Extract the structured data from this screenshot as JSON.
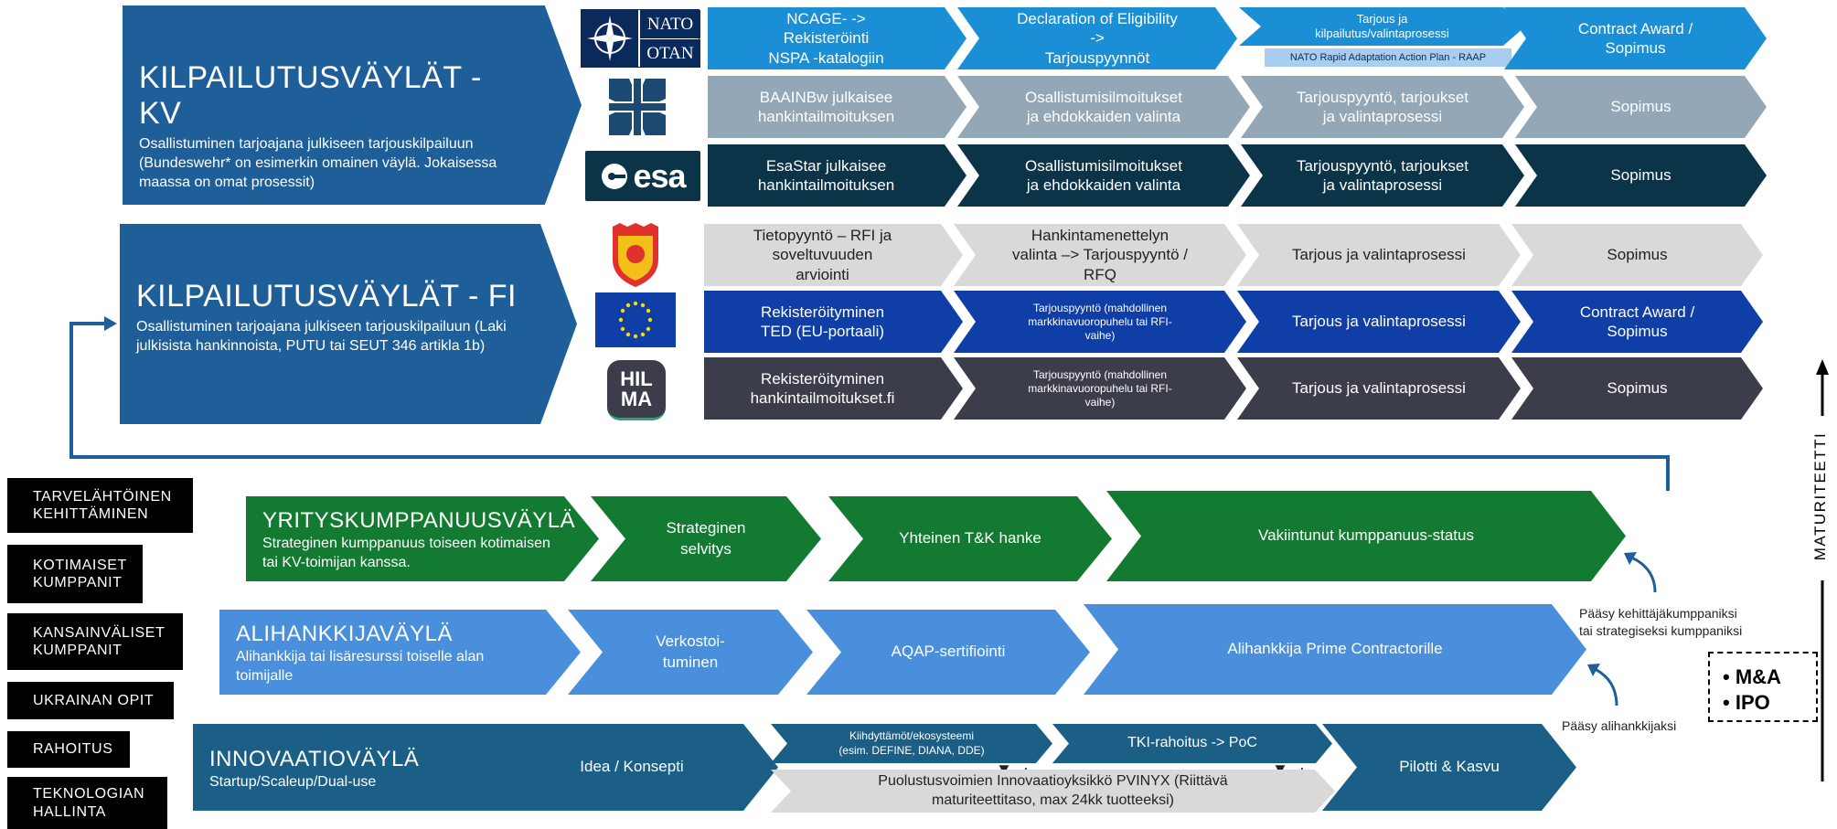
{
  "colors": {
    "kv_header": "#1f5f99",
    "fi_header": "#1f5f99",
    "nato": "#1a8fd6",
    "bundeswehr": "#93a7b6",
    "esa": "#0b3448",
    "finland": "#d9d9d9",
    "eu": "#0f3ea7",
    "hilma": "#3b3e4a",
    "green": "#137b31",
    "subcontract": "#4a8fdc",
    "innovation": "#1b5f87",
    "sub_bubble": "#a9cdf0",
    "gray_box": "#d9d9d9"
  },
  "kv": {
    "title": "KILPAILUTUSVÄYLÄT - KV",
    "desc": "Osallistuminen tarjoajana julkiseen tarjouskilpailuun (Bundeswehr* on esimerkin omainen väylä. Jokaisessa maassa on omat prosessit)",
    "rows": [
      {
        "logo": "nato-otan-logo",
        "logo_text": [
          "NATO",
          "OTAN"
        ],
        "steps": [
          "NCAGE- ->\nRekisteröinti\nNSPA -katalogiin",
          "Declaration of Eligibility\n->\nTarjouspyynnöt",
          "Tarjous ja\nkilpailutus/valintaprosessi",
          "Contract Award /\nSopimus"
        ],
        "sub_note": "NATO Rapid Adaptation Action Plan - RAAP"
      },
      {
        "logo": "bundeswehr-cross-icon",
        "steps": [
          "BAAINBw julkaisee\nhankintailmoituksen",
          "Osallistumisilmoitukset\nja ehdokkaiden valinta",
          "Tarjouspyyntö, tarjoukset\nja valintaprosessi",
          "Sopimus"
        ]
      },
      {
        "logo": "esa-logo",
        "logo_text": "esa",
        "steps": [
          "EsaStar julkaisee\nhankintailmoituksen",
          "Osallistumisilmoitukset\nja ehdokkaiden valinta",
          "Tarjouspyyntö, tarjoukset\nja valintaprosessi",
          "Sopimus"
        ]
      }
    ]
  },
  "fi": {
    "title": "KILPAILUTUSVÄYLÄT - FI",
    "desc": "Osallistuminen tarjoajana julkiseen tarjouskilpailuun (Laki julkisista hankinnoista, PUTU tai SEUT 346 artikla 1b)",
    "rows": [
      {
        "logo": "finnish-defence-crest-icon",
        "steps": [
          "Tietopyyntö – RFI ja\nsoveltuvuuden\narviointi",
          "Hankintamenettelyn\nvalinta –> Tarjouspyyntö /\nRFQ",
          "Tarjous ja valintaprosessi",
          "Sopimus"
        ]
      },
      {
        "logo": "eu-flag-icon",
        "steps": [
          "Rekisteröityminen\nTED (EU-portaali)",
          "Tarjouspyyntö (mahdollinen\nmarkkinavuoropuhelu tai RFI-\nvaihe)",
          "Tarjous ja valintaprosessi",
          "Contract Award /\nSopimus"
        ]
      },
      {
        "logo": "hilma-logo",
        "logo_text": [
          "HIL",
          "MA"
        ],
        "steps": [
          "Rekisteröityminen\nhankintailmoitukset.fi",
          "Tarjouspyyntö (mahdollinen\nmarkkinavuoropuhelu tai RFI-\nvaihe)",
          "Tarjous ja valintaprosessi",
          "Sopimus"
        ]
      }
    ]
  },
  "tags": [
    "TARVELÄHTÖINEN\nKEHITTÄMINEN",
    "KOTIMAISET\nKUMPPANIT",
    "KANSAINVÄLISET\nKUMPPANIT",
    "UKRAINAN OPIT",
    "RAHOITUS",
    "TEKNOLOGIAN\nHALLINTA"
  ],
  "yritys": {
    "title": "YRITYSKUMPPANUUSVÄYLÄ",
    "desc": "Strateginen kumppanuus toiseen kotimaisen tai KV-toimijan kanssa.",
    "steps": [
      "Strateginen\nselvitys",
      "Yhteinen T&K hanke",
      "Vakiintunut kumppanuus-status"
    ]
  },
  "ali": {
    "title": "ALIHANKKIJAVÄYLÄ",
    "desc": "Alihankkija tai lisäresurssi toiselle alan toimijalle",
    "steps": [
      "Verkostoi-\ntuminen",
      "AQAP-sertifiointi",
      "Alihankkija Prime Contractorille"
    ]
  },
  "innovaatio": {
    "title": "INNOVAATIOVÄYLÄ",
    "desc": "Startup/Scaleup/Dual-use",
    "step1": "Idea / Konsepti",
    "accel": "Kiihdyttämöt/ekosysteemi\n(esim. DEFINE, DIANA, DDE)",
    "tki": "TKI-rahoitus -> PoC",
    "pvinyx": "Puolustusvoimien Innovaatioyksikkö PVINYX (Riittävä\nmaturiteettitaso, max 24kk tuotteeksi)",
    "last": "Pilotti & Kasvu"
  },
  "notes": {
    "strategic": "Pääsy kehittäjäkumppaniksi\ntai strategiseksi kumppaniksi",
    "subcontract": "Pääsy alihankkijaksi"
  },
  "exits": [
    "M&A",
    "IPO"
  ],
  "maturity_label": "MATURITEETTI"
}
